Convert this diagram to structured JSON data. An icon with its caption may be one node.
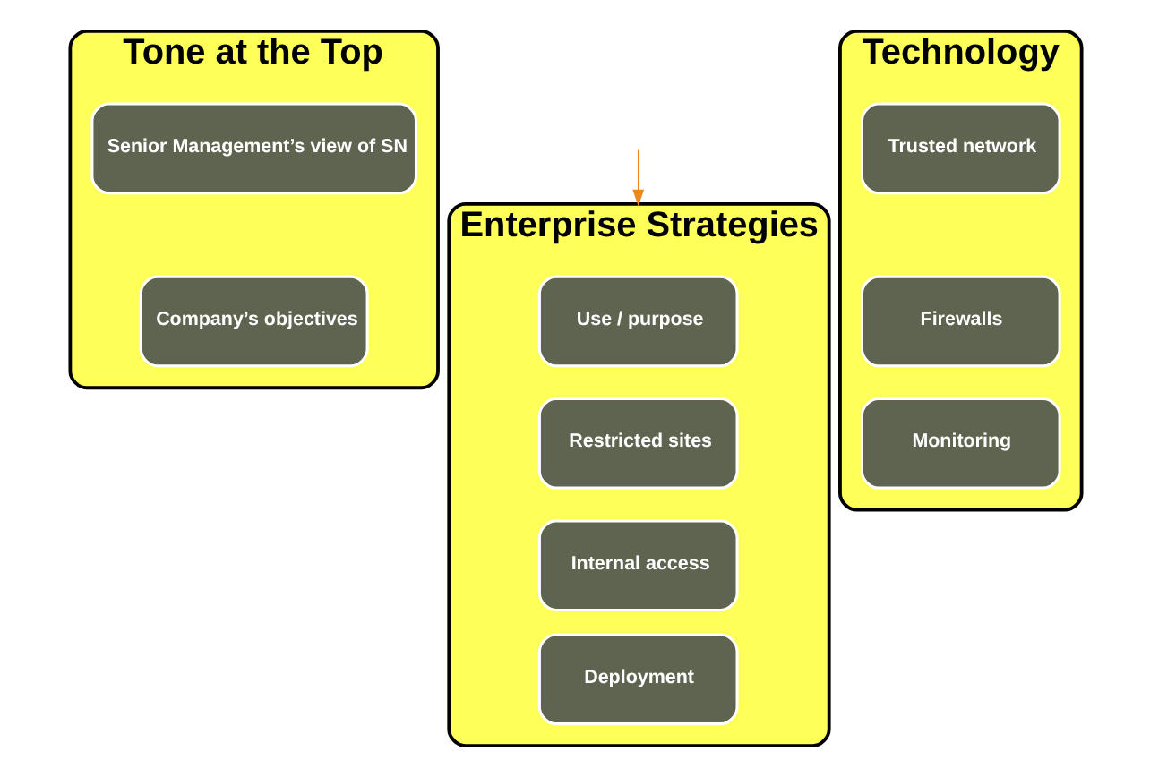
{
  "diagram": {
    "nodes": [
      {
        "text": [
          "Tone at the Top"
        ]
      },
      {
        "text": [
          "Senior Management’s view of SN"
        ],
        "in": 0
      },
      {
        "text": [
          "Company’s objectives"
        ],
        "in": 0
      },
      {
        "text": [
          "Enterprise Strategies"
        ]
      },
      {
        "text": [
          "Use / purpose"
        ],
        "in": 3
      },
      {
        "text": [
          "Restricted sites"
        ],
        "in": 3
      },
      {
        "text": [
          "Internal access"
        ],
        "in": 3
      },
      {
        "text": [
          "Deployment"
        ],
        "in": 3
      },
      {
        "text": [
          "Technology"
        ]
      },
      {
        "text": [
          "Trusted network"
        ],
        "in": 8
      },
      {
        "text": [
          "Firewalls"
        ],
        "in": 8
      },
      {
        "text": [
          "Monitoring"
        ],
        "in": 8
      }
    ],
    "edges": [
      {
        "from": null,
        "to": 3,
        "arrow": "to",
        "color": "#f0861e"
      }
    ]
  }
}
